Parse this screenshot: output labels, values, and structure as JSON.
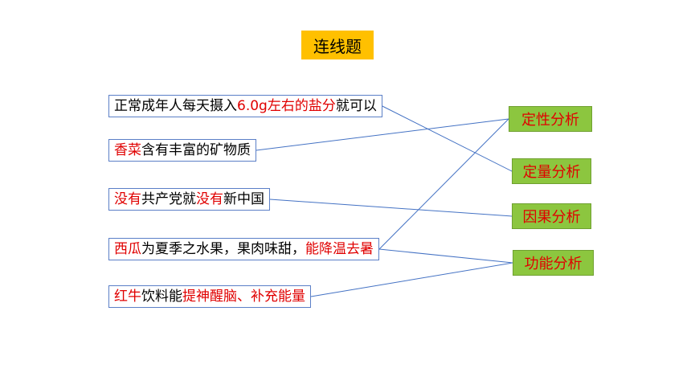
{
  "title": "连线题",
  "statements": [
    {
      "segments": [
        {
          "text": "正常成年人每天摄入",
          "red": false
        },
        {
          "text": "6.0g左右的盐分",
          "red": true
        },
        {
          "text": "就可以",
          "red": false
        }
      ]
    },
    {
      "segments": [
        {
          "text": "香菜",
          "red": true
        },
        {
          "text": "含有丰富的矿物质",
          "red": false
        }
      ]
    },
    {
      "segments": [
        {
          "text": "没有",
          "red": true
        },
        {
          "text": "共产党就",
          "red": false
        },
        {
          "text": "没有",
          "red": true
        },
        {
          "text": "新中国",
          "red": false
        }
      ]
    },
    {
      "segments": [
        {
          "text": "西瓜",
          "red": true
        },
        {
          "text": "为夏季之水果，果肉味甜，",
          "red": false
        },
        {
          "text": "能降温去暑",
          "red": true
        }
      ]
    },
    {
      "segments": [
        {
          "text": "红牛",
          "red": true
        },
        {
          "text": "饮料能",
          "red": false
        },
        {
          "text": "提神醒脑、补充能量",
          "red": true
        }
      ]
    }
  ],
  "categories": [
    "定性分析",
    "定量分析",
    "因果分析",
    "功能分析"
  ],
  "connections": [
    {
      "from": 0,
      "to": 1
    },
    {
      "from": 1,
      "to": 0
    },
    {
      "from": 2,
      "to": 2
    },
    {
      "from": 3,
      "to": 0
    },
    {
      "from": 3,
      "to": 3
    },
    {
      "from": 4,
      "to": 3
    }
  ],
  "colors": {
    "line": "#4472C4",
    "title_bg": "#FFC000",
    "category_bg": "#8CC63F",
    "highlight": "#E00000"
  }
}
